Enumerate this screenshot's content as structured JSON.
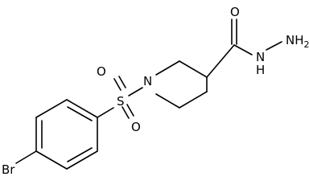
{
  "molecule": {
    "atoms": {
      "oxygen_carbonyl": "O",
      "nitrogen_amide": "N",
      "hydrogen_amide": "H",
      "amine": "NH",
      "amine_subscript": "2",
      "nitrogen_ring": "N",
      "sulfur": "S",
      "oxygen_sulfonyl_top": "O",
      "oxygen_sulfonyl_bottom": "O",
      "bromine": "Br"
    },
    "colors": {
      "line": "#000000",
      "background": "#ffffff"
    }
  }
}
